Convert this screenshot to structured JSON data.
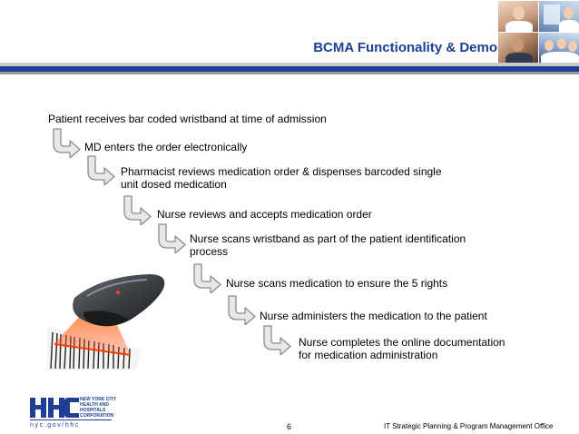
{
  "slide": {
    "title": "BCMA Functionality & Demo",
    "steps": [
      {
        "line1": "Patient receives bar coded wristband at time of admission",
        "line2": ""
      },
      {
        "line1": "MD enters the order electronically",
        "line2": ""
      },
      {
        "line1": "Pharmacist reviews medication order & dispenses barcoded single",
        "line2": "unit dosed medication"
      },
      {
        "line1": "Nurse reviews and accepts medication order",
        "line2": ""
      },
      {
        "line1": "Nurse scans wristband as part of the patient identification",
        "line2": "process"
      },
      {
        "line1": "Nurse scans medication to ensure the 5 rights",
        "line2": ""
      },
      {
        "line1": "Nurse administers the medication to the patient",
        "line2": ""
      },
      {
        "line1": "Nurse completes the online documentation",
        "line2": "for medication administration"
      }
    ]
  },
  "footer": {
    "logo_letters": "HHC",
    "logo_line1": "NEW YORK CITY",
    "logo_line2": "HEALTH AND",
    "logo_line3": "HOSPITALS",
    "logo_line4": "CORPORATION",
    "url": "nyc.gov/hhc",
    "page_number": "6",
    "office": "IT Strategic Planning & Program Management Office"
  },
  "colors": {
    "brand_blue": "#1f3f94",
    "arrow_fill": "#e8e8e8",
    "arrow_stroke": "#8c8c8c",
    "laser": "#ff5a14"
  },
  "icons": {
    "step_arrow": "curved-down-right-arrow-icon",
    "scanner": "barcode-scanner-image",
    "photos": "medical-staff-photo-collage"
  }
}
